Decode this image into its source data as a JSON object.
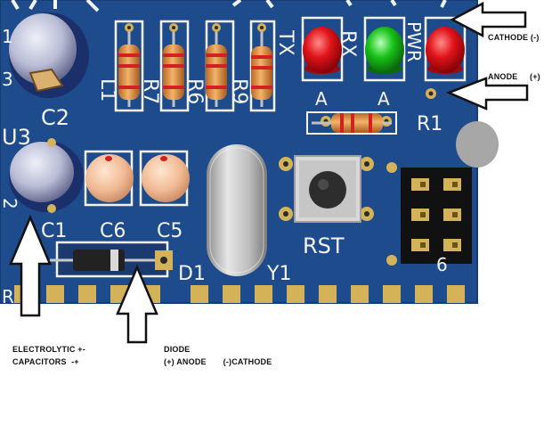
{
  "board": {
    "colors": {
      "pcb": "#1e4b8c",
      "silkscreen": "#f4f4f4",
      "pad": "#d4b25a",
      "led_red": "#e0141a",
      "led_green": "#18c318"
    },
    "silkscreen_labels": {
      "c2": "C2",
      "u3": "U3",
      "c1": "C1",
      "c6": "C6",
      "c5": "C5",
      "l1": "L1",
      "r7": "R7",
      "r6": "R6",
      "r9": "R9",
      "tx": "TX",
      "rx": "RX",
      "pwr": "PWR",
      "a1": "A",
      "a2": "A",
      "r1": "R1",
      "rst": "RST",
      "d1": "D1",
      "y1": "Y1",
      "edge_1": "1",
      "edge_3": "3",
      "edge_2": "2",
      "edge_r": "R",
      "edge_6": "6"
    }
  },
  "annotations": {
    "cathode": "CATHODE (-)",
    "anode": "ANODE     (+)",
    "electrolytic_line1": "ELECTROLYTIC +-",
    "electrolytic_line2": "CAPACITORS  -+",
    "diode_line1": "DIODE",
    "diode_line2": "(+) ANODE       (-)CATHODE"
  }
}
